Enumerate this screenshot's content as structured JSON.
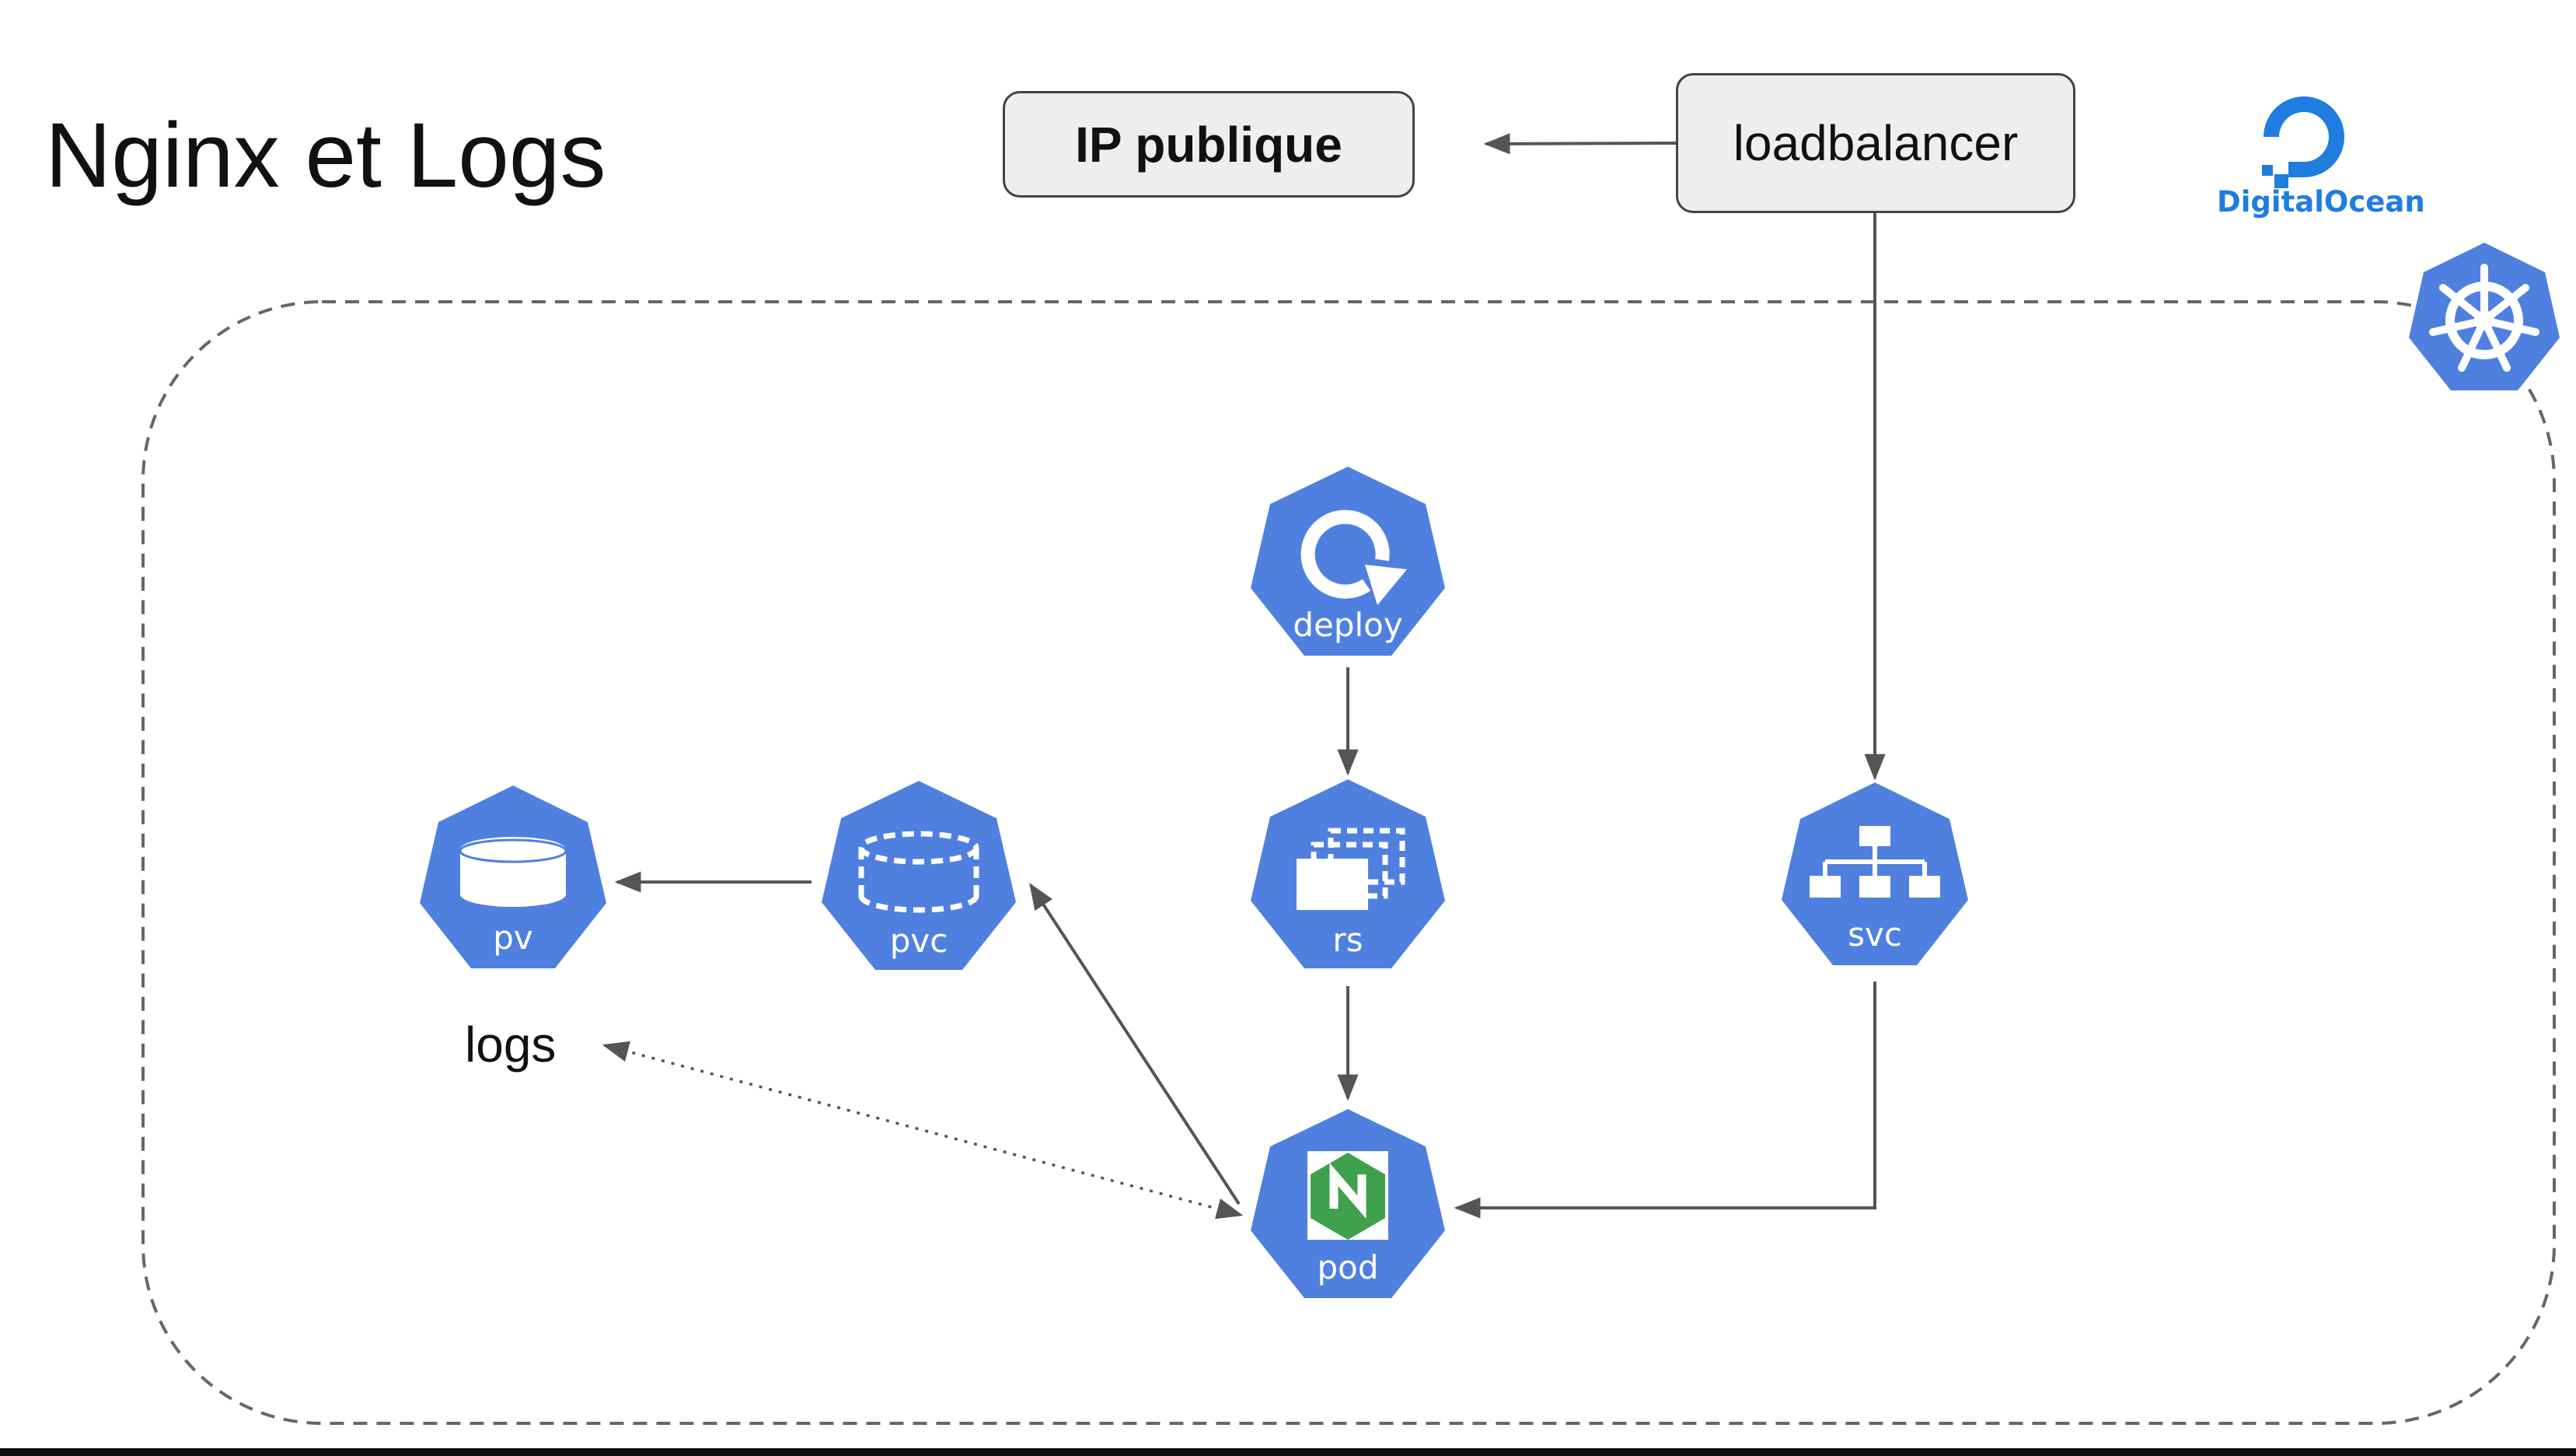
{
  "title": "Nginx et Logs",
  "boxes": {
    "ip": "IP publique",
    "loadbalancer": "loadbalancer"
  },
  "logos": {
    "digitalocean": "DigitalOcean",
    "kubernetes_icon": "kubernetes-helm-wheel"
  },
  "nodes": {
    "deploy": "deploy",
    "rs": "rs",
    "svc": "svc",
    "pvc": "pvc",
    "pv": "pv",
    "pod": "pod"
  },
  "storage_label": "logs",
  "colors": {
    "k8s_blue": "#4f80e0",
    "nginx_green": "#3fa14b",
    "digitalocean_blue": "#1f7de0",
    "box_fill": "#eeeeee",
    "arrow": "#555555"
  }
}
